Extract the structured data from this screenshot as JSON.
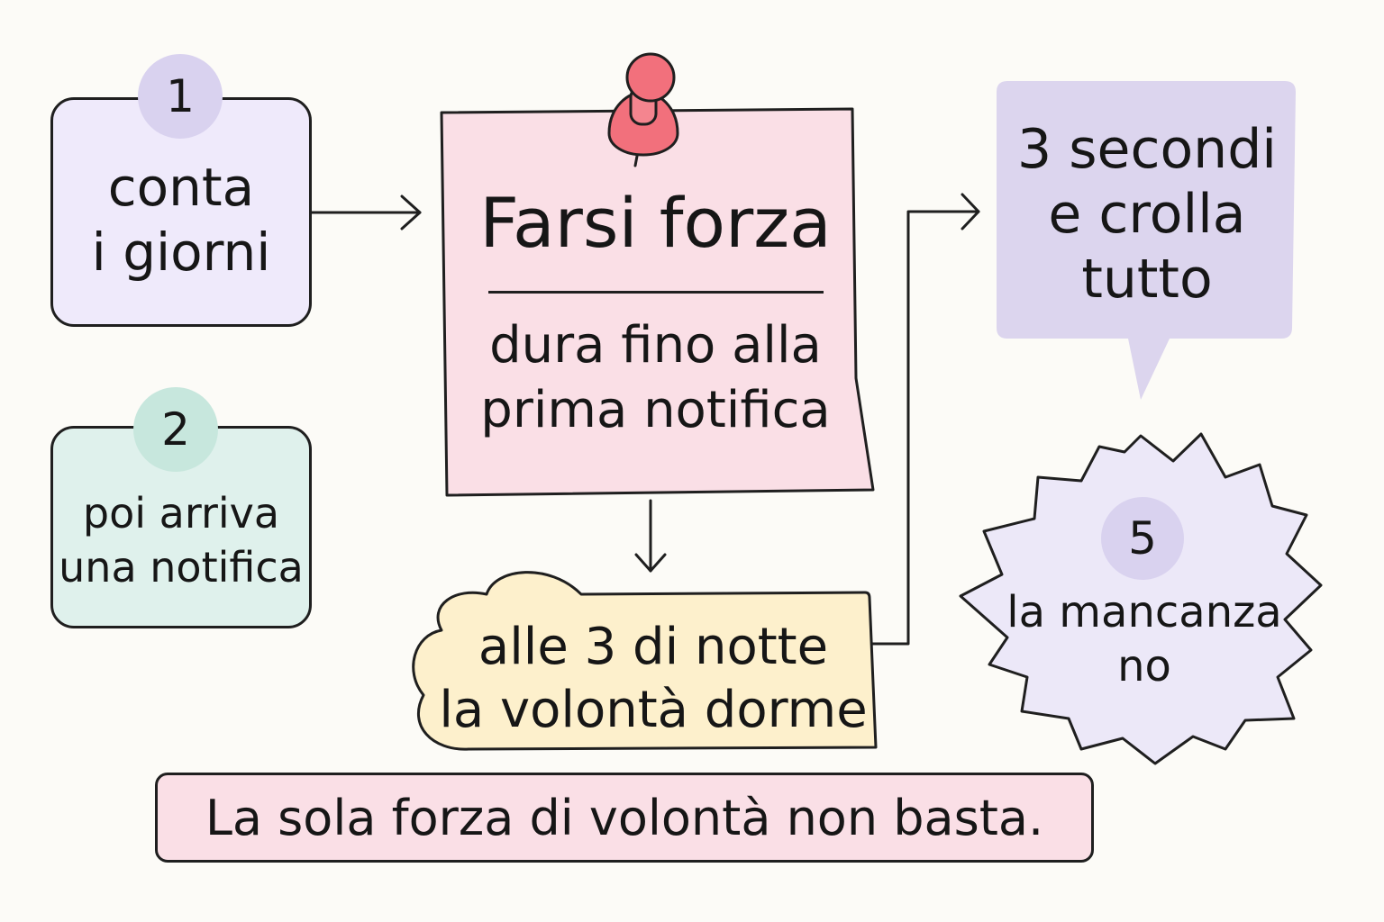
{
  "steps": {
    "step1": {
      "number": "1",
      "lines": [
        "conta",
        "i giorni"
      ]
    },
    "step2": {
      "number": "2",
      "lines": [
        "poi arriva",
        "una notifica"
      ]
    },
    "note": {
      "title": "Farsi forza",
      "lines": [
        "dura fino alla",
        "prima notifica"
      ]
    },
    "bubble": {
      "lines": [
        "3 secondi",
        "e crolla",
        "tutto"
      ]
    },
    "cloud": {
      "lines": [
        "alle 3 di notte",
        "la volontà dorme"
      ]
    },
    "star": {
      "number": "5",
      "lines": [
        "la mancanza",
        "no"
      ]
    }
  },
  "banner": {
    "text": "La sola forza di volontà non basta."
  },
  "colors": {
    "lavender": "#efeafb",
    "mint": "#dff1ec",
    "pink": "#fadfe6",
    "bubble_purple": "#dcd5ee",
    "cloud_yellow": "#fdf0cc",
    "pin_red": "#f2707c"
  }
}
